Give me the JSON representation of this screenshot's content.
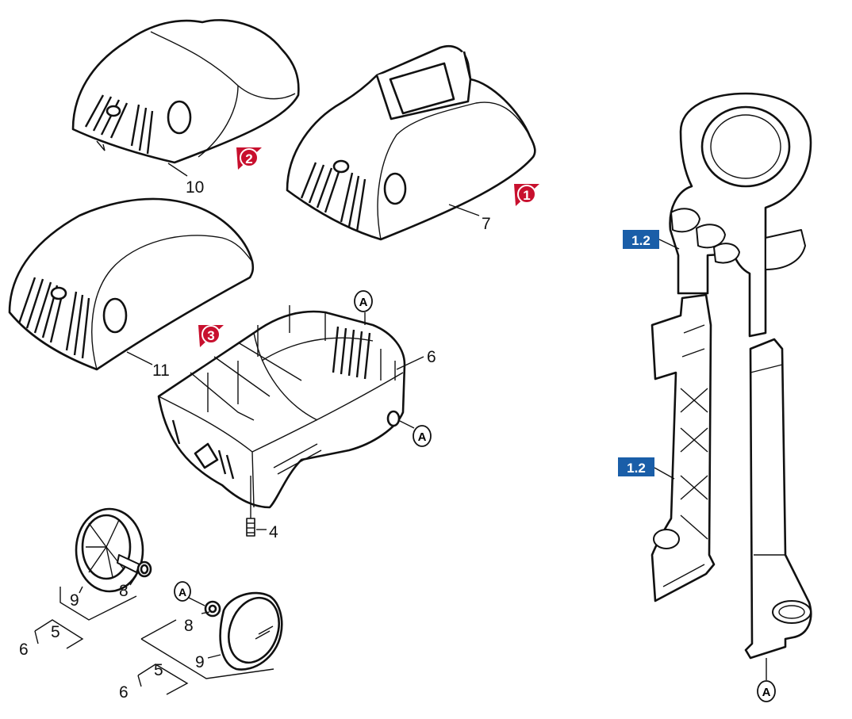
{
  "labels": {
    "p10": "10",
    "p7": "7",
    "p11": "11",
    "p6_base": "6",
    "p4": "4",
    "p9_left": "9",
    "p8_left": "8",
    "p5_left": "5",
    "p6_left": "6",
    "p8_right": "8",
    "p9_right": "9",
    "p5_right": "5",
    "p6_right": "6"
  },
  "badges": {
    "red": [
      "1",
      "2",
      "3"
    ],
    "blue": [
      "1.2",
      "1.2"
    ],
    "connector": "A"
  },
  "colors": {
    "red_badge": "#c8102e",
    "blue_badge": "#1a5ea8",
    "line": "#111111"
  }
}
